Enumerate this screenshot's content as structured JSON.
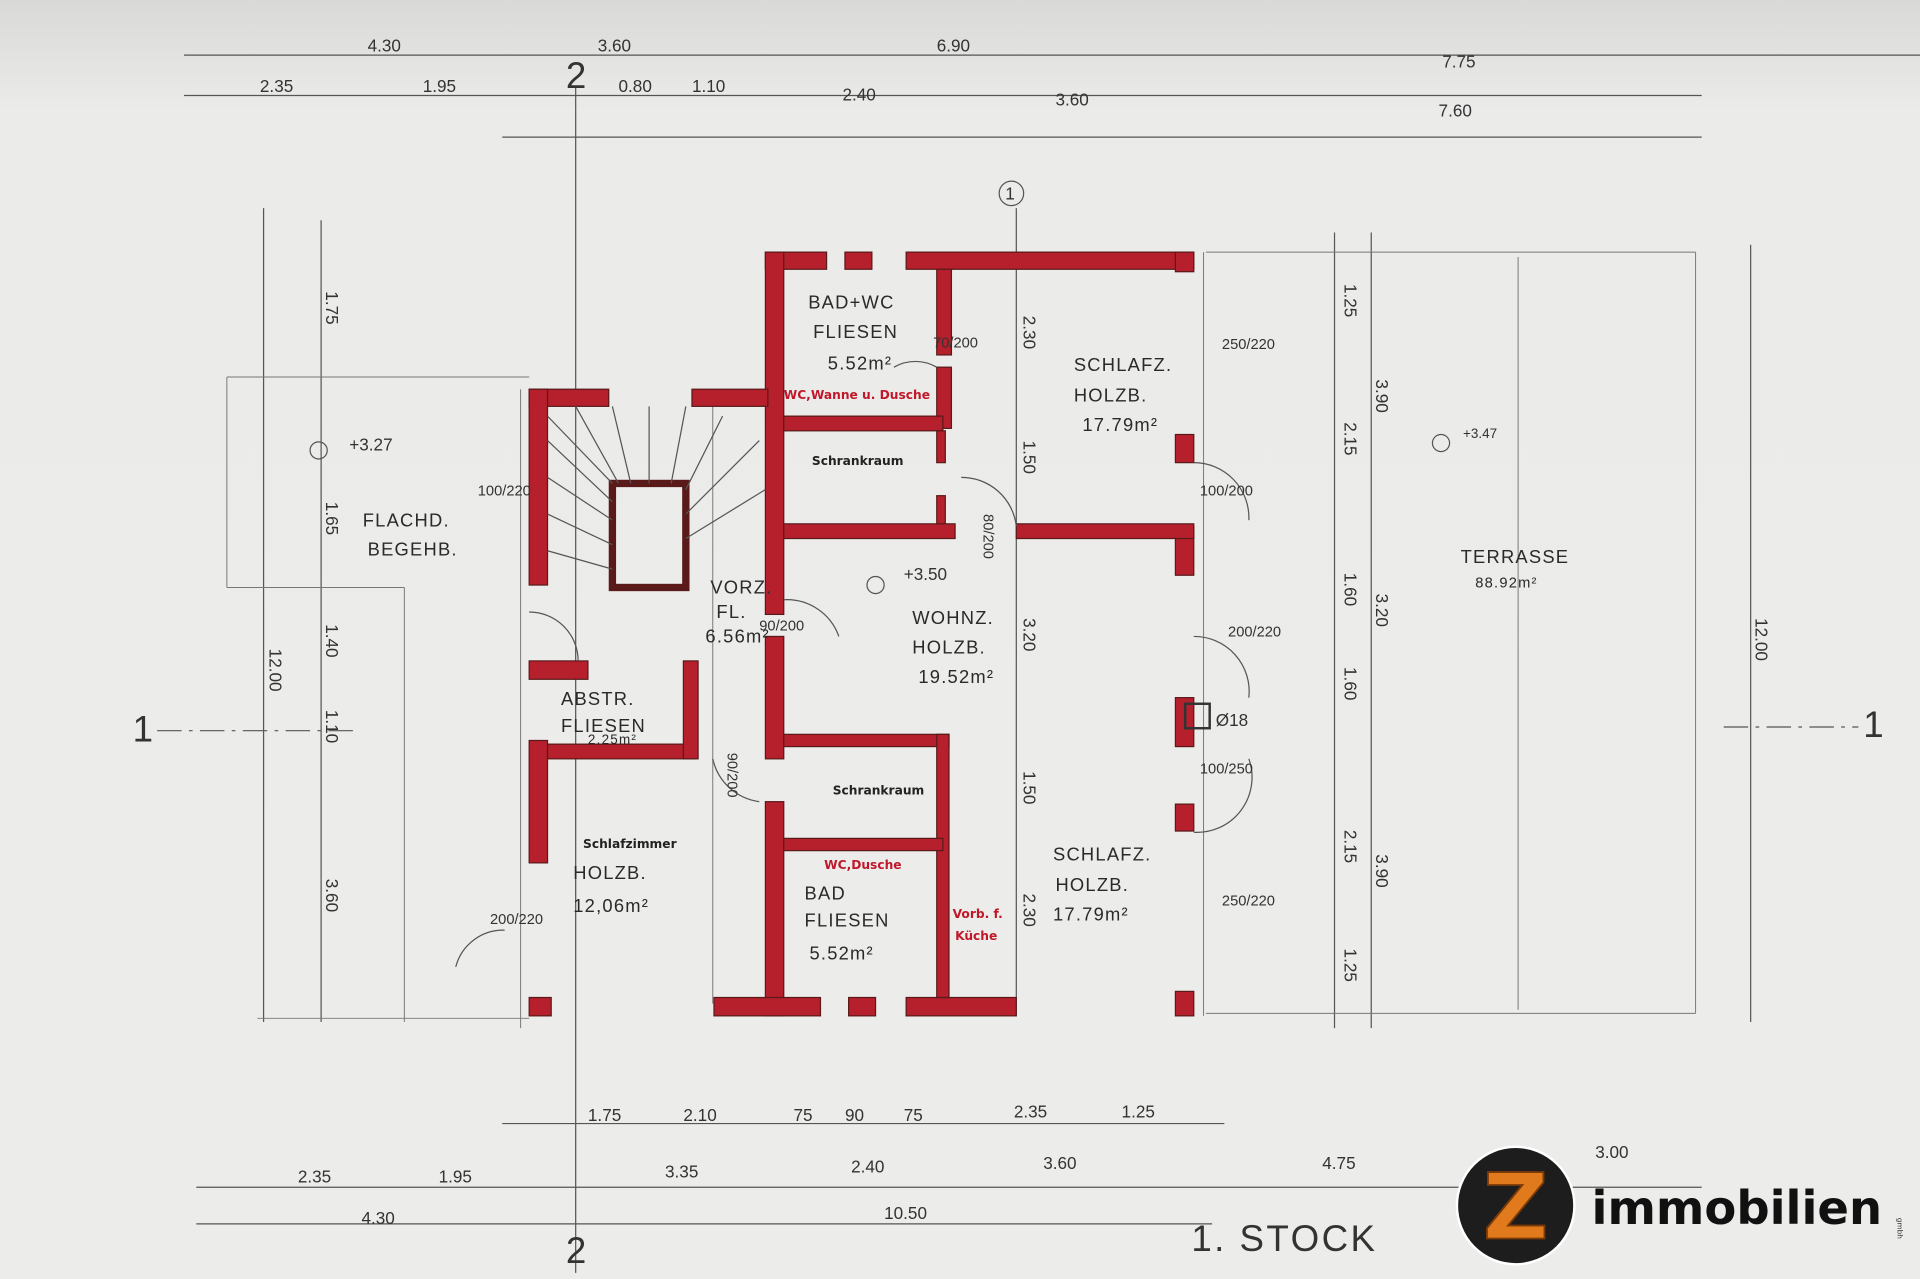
{
  "plan": {
    "title": "1. STOCK",
    "wall_color": "#b5202c",
    "rooms": {
      "bad_top": {
        "name": "BAD+WC",
        "floor": "FLIESEN",
        "area": "5.52m²",
        "note": "WC,Wanne u. Dusche"
      },
      "schrank_top": {
        "name": "Schrankraum"
      },
      "schlaf_top": {
        "name": "SCHLAFZ.",
        "floor": "HOLZB.",
        "area": "17.79m²"
      },
      "vorz": {
        "name": "VORZ.",
        "floor": "FL.",
        "area": "6.56m²"
      },
      "wohn": {
        "name": "WOHNZ.",
        "floor": "HOLZB.",
        "area": "19.52m²"
      },
      "abstr": {
        "name": "ABSTR.",
        "floor": "FLIESEN",
        "area": "2.25m²"
      },
      "schrank_bottom": {
        "name": "Schrankraum"
      },
      "schlafzimmer": {
        "name": "Schlafzimmer",
        "floor": "HOLZB.",
        "area": "12,06m²"
      },
      "bad_bottom": {
        "name": "BAD",
        "floor": "FLIESEN",
        "area": "5.52m²",
        "note": "WC,Dusche"
      },
      "kueche_note": {
        "line1": "Vorb. f.",
        "line2": "Küche"
      },
      "schlaf_bottom": {
        "name": "SCHLAFZ.",
        "floor": "HOLZB.",
        "area": "17.79m²"
      },
      "terrasse": {
        "name": "TERRASSE",
        "area": "88.92m²"
      },
      "flachdach": {
        "line1": "FLACHD.",
        "line2": "BEGEHB."
      }
    },
    "levels": {
      "left": "+3.27",
      "terrace": "+3.47",
      "living": "+3.50"
    },
    "chimney": "Ø18",
    "section_marks": {
      "left": "1",
      "right": "1",
      "top": "2",
      "bottom": "2",
      "axis": "1"
    },
    "dims_top_1": [
      "4.30",
      "3.60",
      "6.90",
      "7.75"
    ],
    "dims_top_2": [
      "2.35",
      "1.95",
      "0.80",
      "1.10",
      "2.40",
      "3.60",
      "7.60"
    ],
    "dims_bottom_1": [
      "1.75",
      "2.10",
      "75",
      "90",
      "75",
      "2.35",
      "1.25"
    ],
    "dims_bottom_2": [
      "2.35",
      "1.95",
      "3.35",
      "2.40",
      "3.60",
      "4.75",
      "3.00"
    ],
    "dims_bottom_3": [
      "4.30",
      "10.50"
    ],
    "dims_vertical_mid": [
      "2.30",
      "1.50",
      "3.20",
      "1.50",
      "2.30"
    ],
    "dims_vertical_right": [
      "1.25",
      "3.90",
      "2.15",
      "1.60",
      "3.20",
      "1.60",
      "2.15",
      "3.90",
      "1.25",
      "12.00"
    ],
    "dims_vertical_left": [
      "1.75",
      "1.65",
      "1.40",
      "1.10",
      "3.60",
      "12.00"
    ],
    "openings": [
      "70/200",
      "80/200",
      "100/200",
      "90/200",
      "200/220",
      "100/250",
      "250/220",
      "250/220",
      "100/220",
      "200/220",
      "90/200"
    ]
  },
  "logo": {
    "text": "immobilien",
    "letter": "Z",
    "suffix": "gmbh"
  }
}
